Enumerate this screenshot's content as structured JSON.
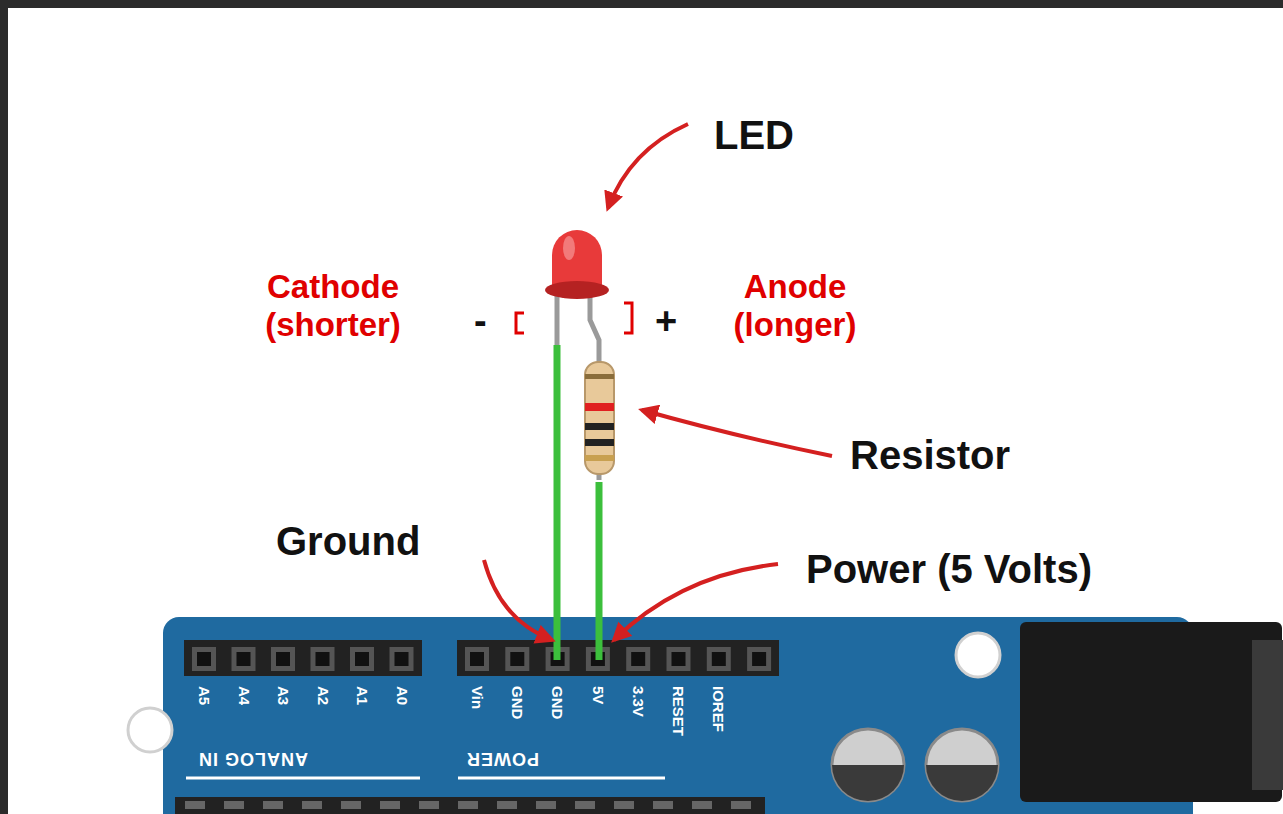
{
  "diagram": {
    "labels": [
      "LED",
      "Cathode (shorter)",
      "-",
      "Anode (longer)",
      "+",
      "Resistor",
      "Ground",
      "Power (5 Volts)",
      "A5",
      "A4",
      "A3",
      "A2",
      "A1",
      "A0",
      "Vin",
      "GND",
      "GND",
      "5V",
      "3.3V",
      "RESET",
      "IOREF",
      "ANALOG IN",
      "POWER"
    ]
  }
}
